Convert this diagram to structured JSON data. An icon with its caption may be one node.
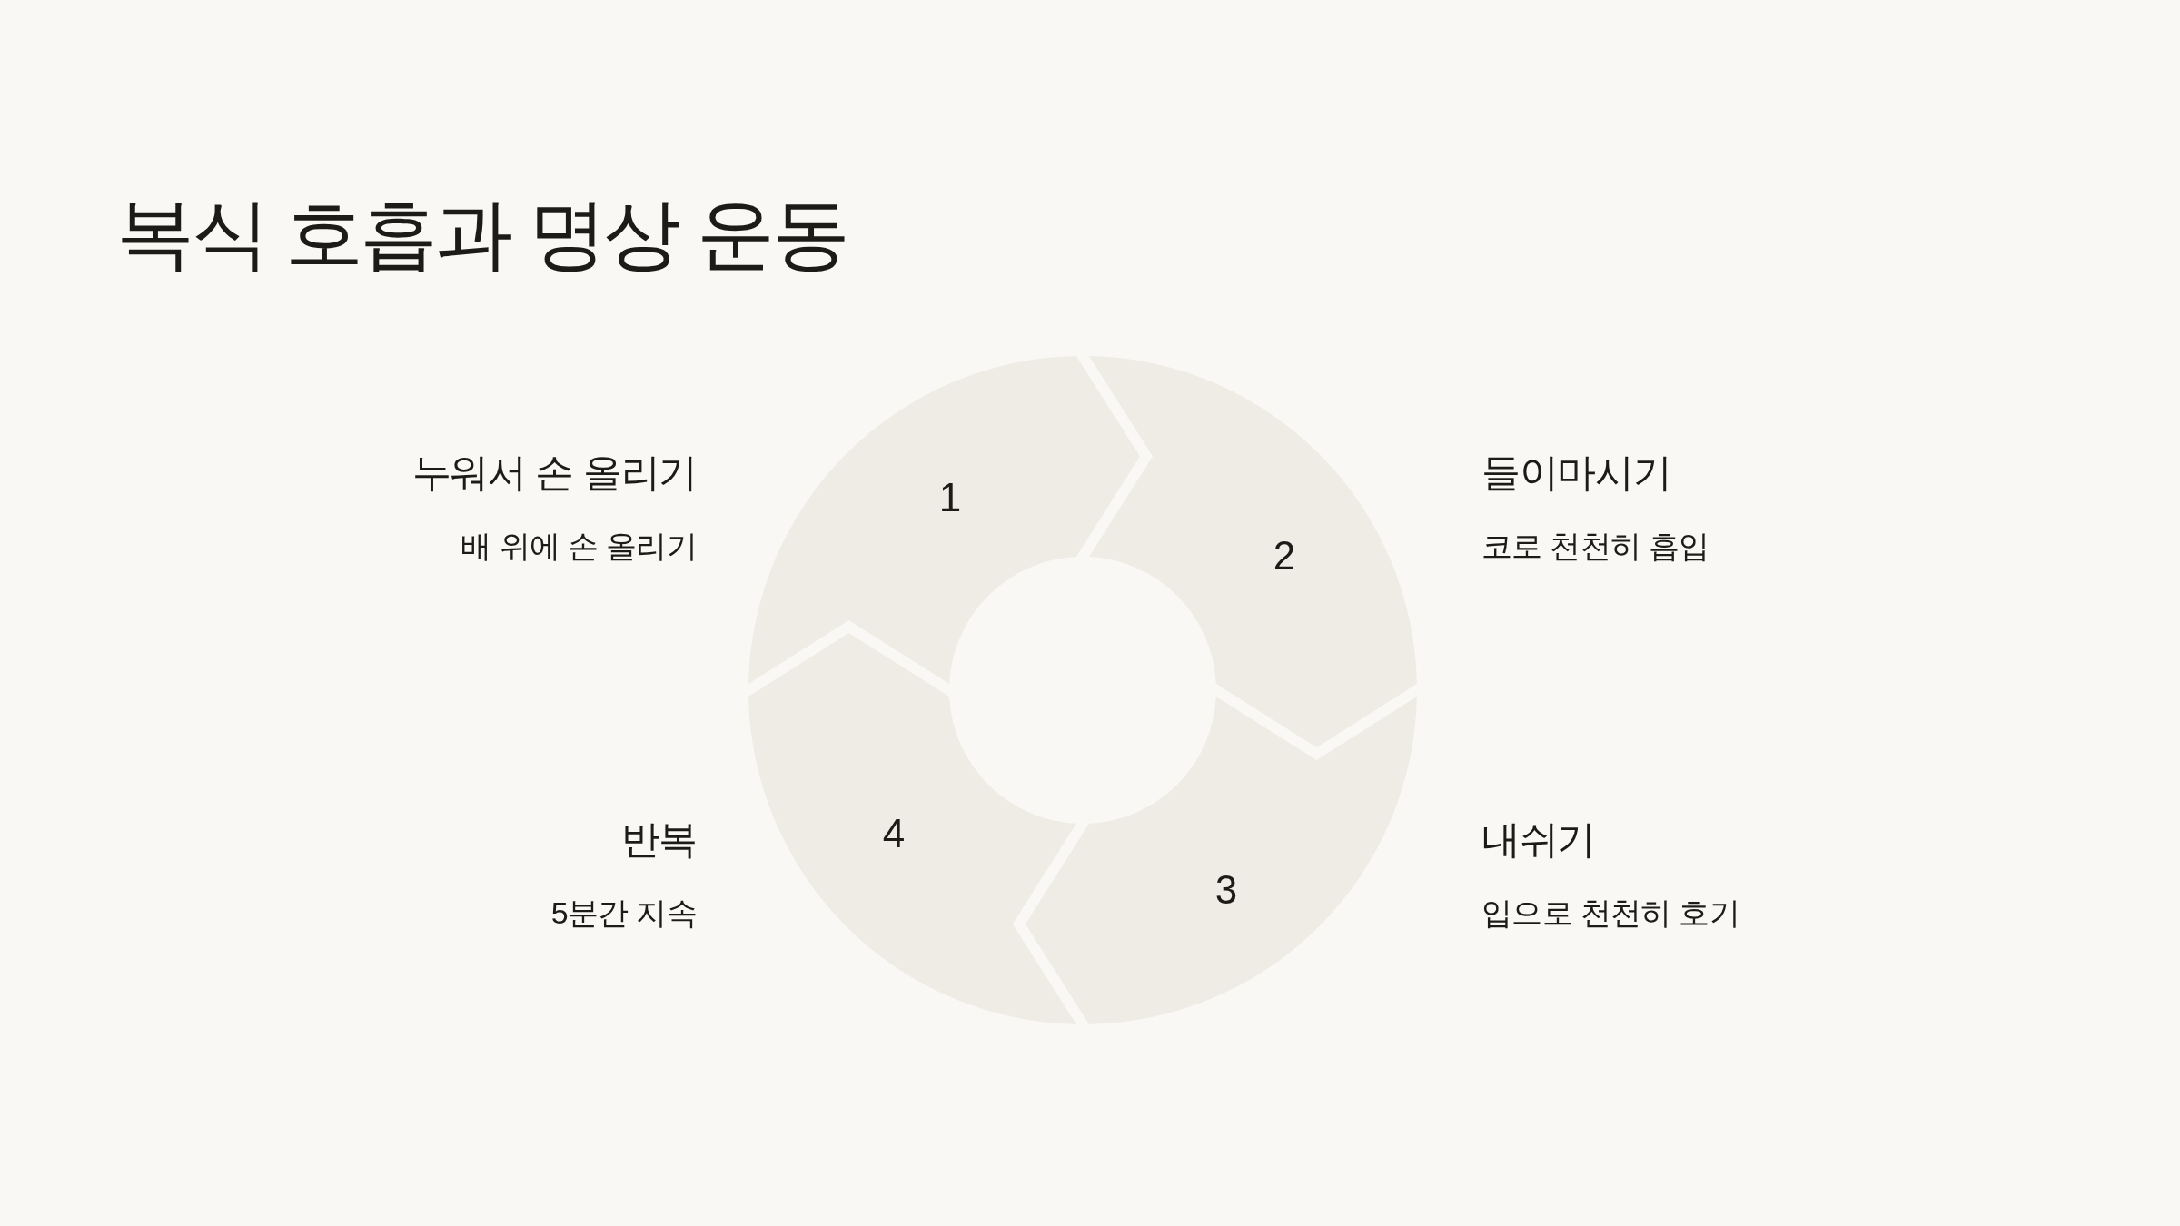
{
  "diagram": {
    "title": "복식 호흡과 명상 운동",
    "nodes": [
      {
        "text": [
          "1"
        ],
        "beside": [
          "누워서 손 올리기",
          "배 위에 손 올리기"
        ]
      },
      {
        "text": [
          "2"
        ],
        "beside": [
          "들이마시기",
          "코로 천천히 흡입"
        ]
      },
      {
        "text": [
          "3"
        ],
        "beside": [
          "내쉬기",
          "입으로 천천히 호기"
        ]
      },
      {
        "text": [
          "4"
        ],
        "beside": [
          "반복",
          "5분간 지속"
        ]
      }
    ]
  }
}
